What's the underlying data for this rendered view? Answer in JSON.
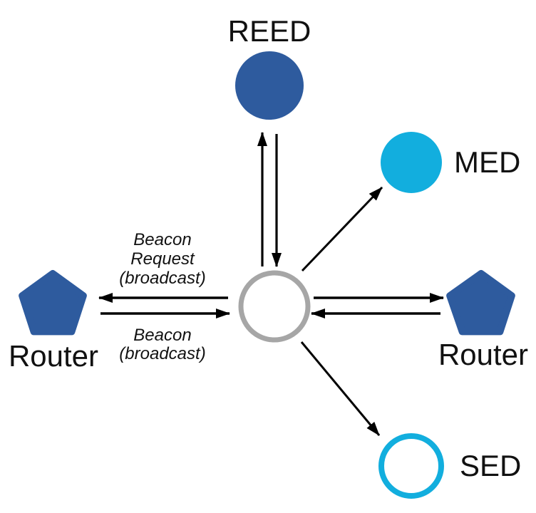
{
  "diagram": {
    "colors": {
      "node_dark_blue": "#2E5B9E",
      "node_cyan": "#12AEDE",
      "joiner_gray": "#A6A6A6",
      "arrow_black": "#000000",
      "text": "#111111",
      "background": "#FFFFFF"
    },
    "nodes": {
      "reed": {
        "label": "REED",
        "shape": "circle",
        "style": "filled-dark-blue"
      },
      "med": {
        "label": "MED",
        "shape": "circle",
        "style": "filled-cyan"
      },
      "sed": {
        "label": "SED",
        "shape": "circle",
        "style": "outlined-cyan"
      },
      "router_left": {
        "label": "Router",
        "shape": "pentagon",
        "style": "filled-dark-blue"
      },
      "router_right": {
        "label": "Router",
        "shape": "pentagon",
        "style": "filled-dark-blue"
      },
      "joiner": {
        "label": "",
        "shape": "circle",
        "style": "outlined-gray"
      }
    },
    "edges": [
      {
        "from": "joiner",
        "to": "reed",
        "bidirectional": true
      },
      {
        "from": "joiner",
        "to": "med",
        "bidirectional": false
      },
      {
        "from": "joiner",
        "to": "router_right",
        "bidirectional": true
      },
      {
        "from": "joiner",
        "to": "router_left",
        "bidirectional": true
      },
      {
        "from": "joiner",
        "to": "sed",
        "bidirectional": false
      }
    ],
    "annotations": {
      "beacon_request": {
        "line1": "Beacon",
        "line2": "Request",
        "line3": "(broadcast)"
      },
      "beacon": {
        "line1": "Beacon",
        "line2": "(broadcast)"
      }
    }
  }
}
